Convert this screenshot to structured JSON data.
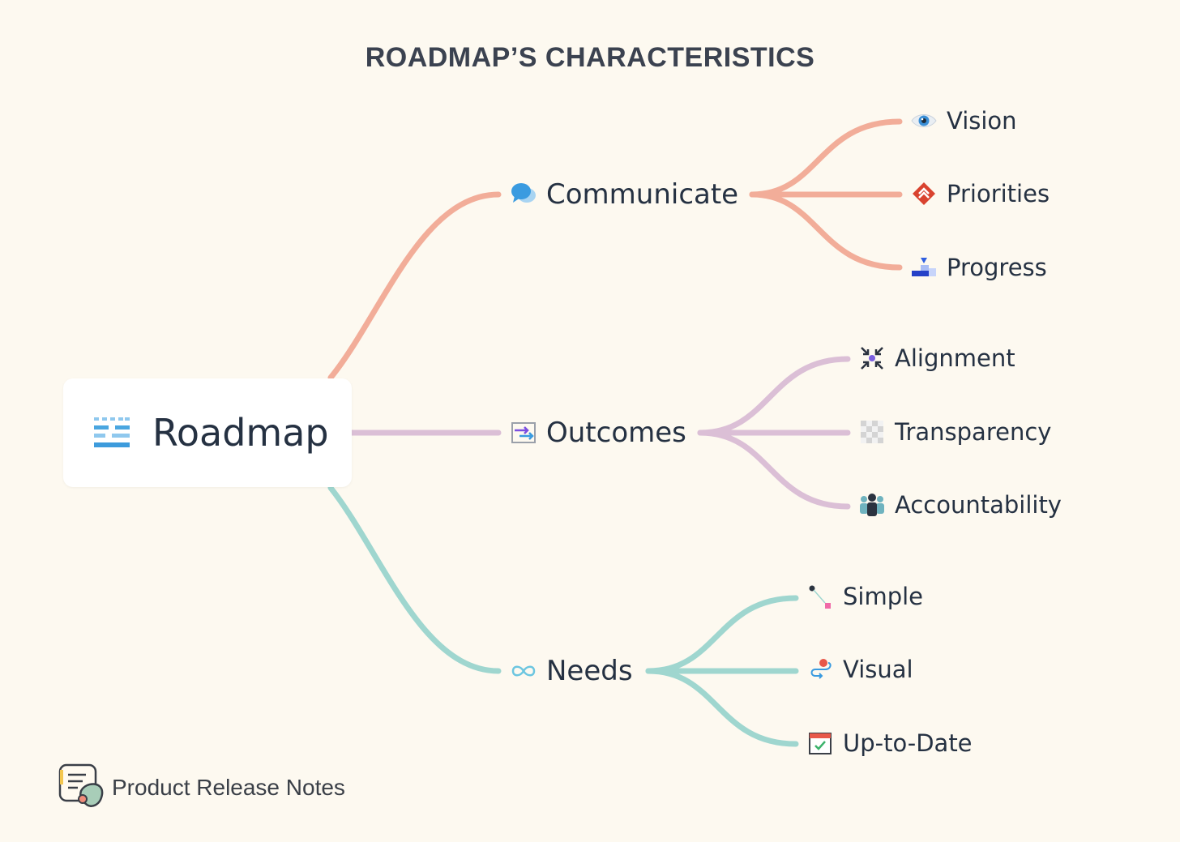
{
  "title": "ROADMAP’S CHARACTERISTICS",
  "root": {
    "label": "Roadmap",
    "icon": "roadmap-bars-icon"
  },
  "branches": [
    {
      "label": "Communicate",
      "icon": "speech-bubbles-icon",
      "color": "#f2ad99",
      "children": [
        {
          "label": "Vision",
          "icon": "eye-icon"
        },
        {
          "label": "Priorities",
          "icon": "priority-diamond-icon"
        },
        {
          "label": "Progress",
          "icon": "progress-steps-icon"
        }
      ]
    },
    {
      "label": "Outcomes",
      "icon": "exchange-arrows-icon",
      "color": "#dbbfd6",
      "children": [
        {
          "label": "Alignment",
          "icon": "converge-arrows-icon"
        },
        {
          "label": "Transparency",
          "icon": "checkerboard-icon"
        },
        {
          "label": "Accountability",
          "icon": "team-people-icon"
        }
      ]
    },
    {
      "label": "Needs",
      "icon": "infinity-icon",
      "color": "#9fd6cf",
      "children": [
        {
          "label": "Simple",
          "icon": "simple-dots-icon"
        },
        {
          "label": "Visual",
          "icon": "route-path-icon"
        },
        {
          "label": "Up-to-Date",
          "icon": "calendar-check-icon"
        }
      ]
    }
  ],
  "brand": {
    "label": "Product Release Notes",
    "icon": "notes-logo-icon"
  }
}
